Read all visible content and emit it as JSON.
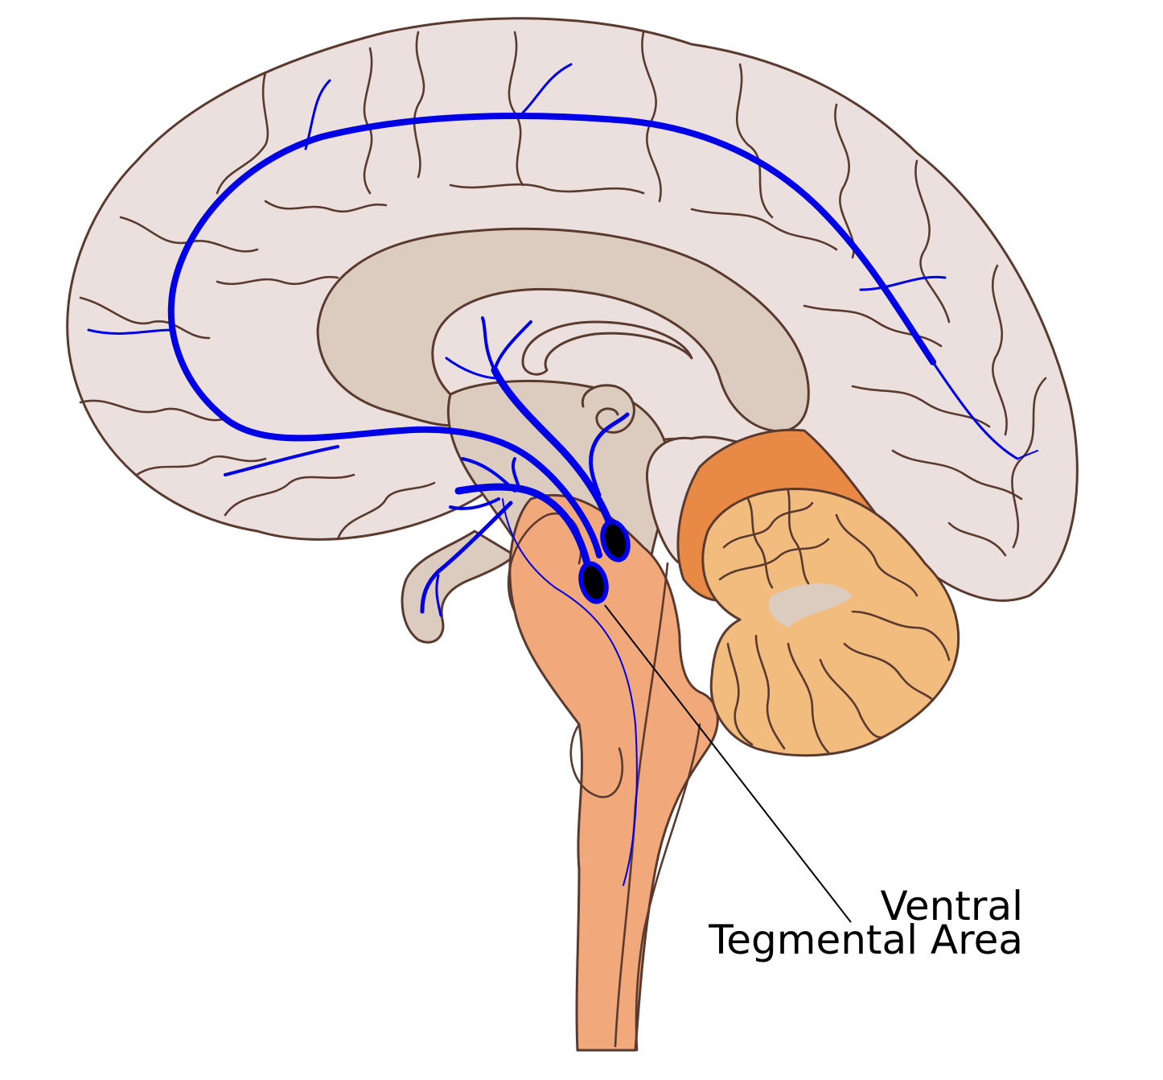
{
  "labels": {
    "line1": "Ventral",
    "line2": "Tegmental Area"
  },
  "colors": {
    "cortex": "#ebe0de",
    "outline": "#5a3a2e",
    "inner_structure": "#dccbbf",
    "brainstem": "#f1a87b",
    "cerebellum": "#f2bc7e",
    "cerebellum_anterior": "#e88a46",
    "pathway": "#0000e6",
    "nucleus": "#000000",
    "leader_line": "#000000"
  },
  "icons": {
    "brain": "brain-sagittal-illustration"
  }
}
